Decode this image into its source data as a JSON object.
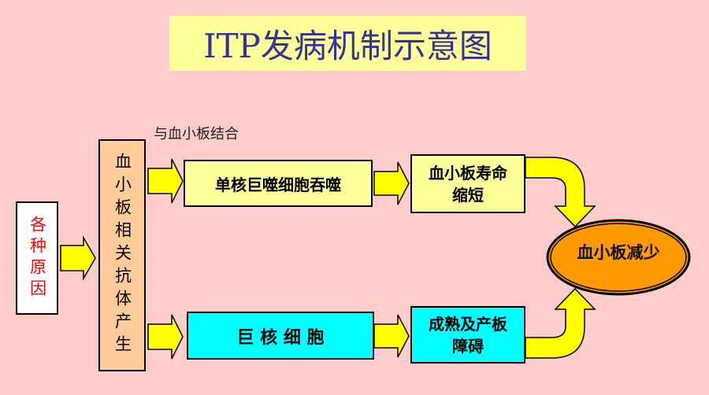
{
  "title": "ITP发病机制示意图",
  "binding_label": "与血小板结合",
  "nodes": {
    "causes": "各种原因",
    "antibody": "血小板相关抗体产生",
    "macrophage": "单核巨噬细胞吞噬",
    "megakaryocyte": "巨 核 细 胞",
    "lifespan": "血小板寿命缩短",
    "maturation": "成熟及产板障碍",
    "result": "血小板减少"
  },
  "colors": {
    "background": "#ffcccc",
    "title_bg": "#ffff99",
    "title_text": "#333399",
    "causes_text": "#ff0000",
    "antibody_bg": "#ffcc99",
    "yellow_box": "#ffff99",
    "cyan_box": "#00ffff",
    "arrow": "#ffff00",
    "result_bg": "#ff9900"
  }
}
